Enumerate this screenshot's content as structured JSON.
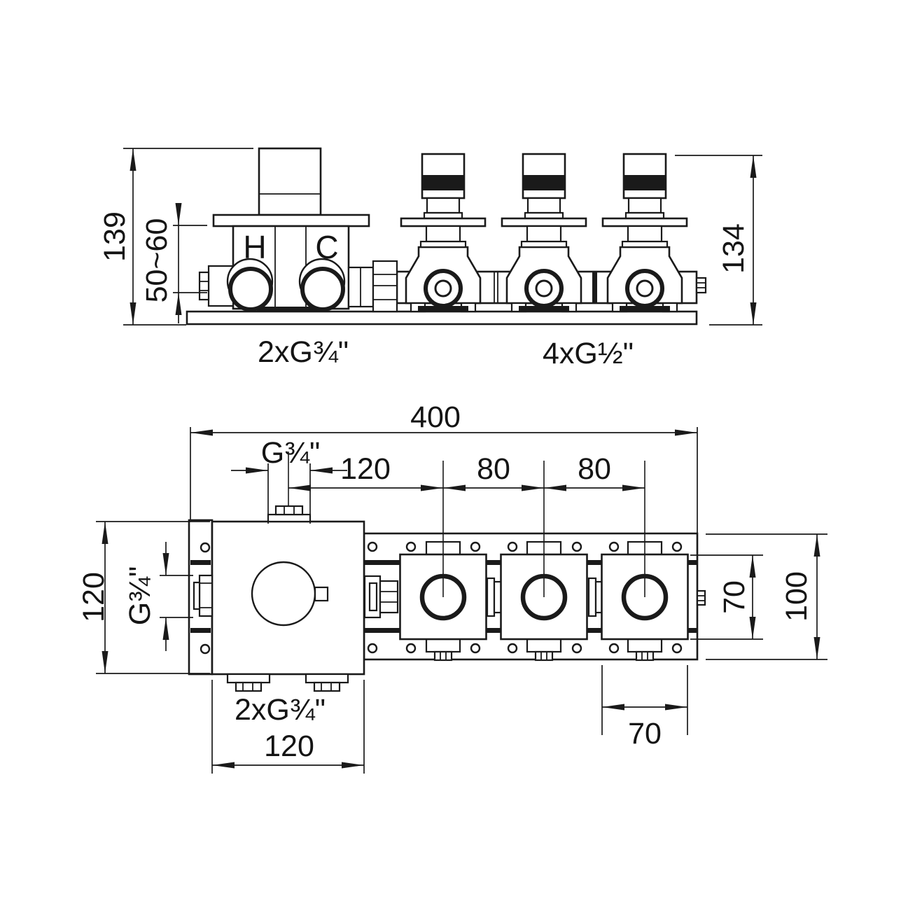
{
  "diagram": {
    "background": "#ffffff",
    "line_color": "#1a1a1a",
    "top_view": {
      "dim_total_height": "139",
      "dim_mount_depth": "50~60",
      "dim_valve_height": "134",
      "hot_label": "H",
      "cold_label": "C",
      "inlet_ports_label": "2xG¾\"",
      "outlet_ports_label": "4xG½\""
    },
    "plan_view": {
      "dim_total_width": "400",
      "dim_top_port_thread": "G¾\"",
      "dim_mixer_to_valve": "120",
      "dim_valve_spacing_1": "80",
      "dim_valve_spacing_2": "80",
      "dim_mixer_height": "120",
      "dim_left_port_thread": "G¾\"",
      "dim_valve_box_height": "70",
      "dim_rail_height": "100",
      "bottom_ports_label": "2xG¾\"",
      "dim_mixer_width": "120",
      "dim_valve_box_width": "70"
    }
  }
}
